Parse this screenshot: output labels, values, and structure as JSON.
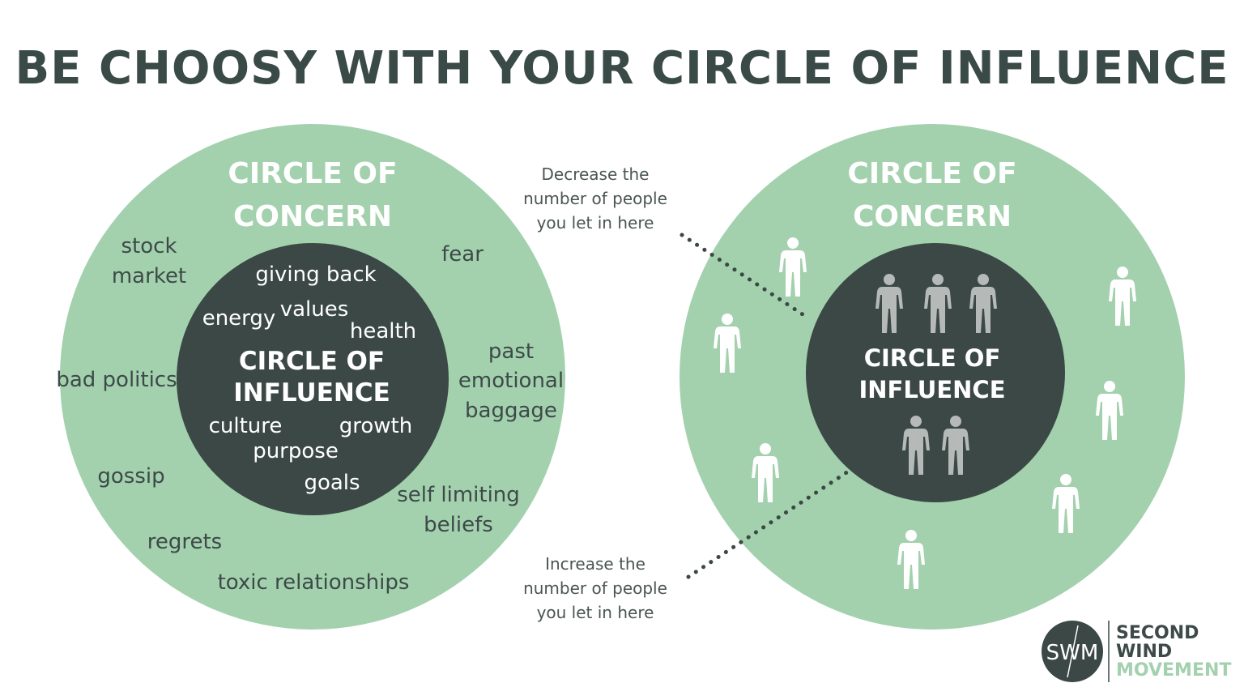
{
  "title": "BE CHOOSY WITH YOUR CIRCLE OF INFLUENCE",
  "colors": {
    "concern": "#a3d1ae",
    "influence": "#3b4845",
    "title": "#3a4a47",
    "person_outer": "#ffffff",
    "person_inner": "#b5b9b7"
  },
  "left": {
    "concern_line1": "CIRCLE OF",
    "concern_line2": "CONCERN",
    "influence_line1": "CIRCLE OF",
    "influence_line2": "INFLUENCE",
    "outer_words": [
      "stock",
      "market",
      "fear",
      "bad politics",
      "past",
      "emotional",
      "baggage",
      "gossip",
      "self limiting",
      "beliefs",
      "regrets",
      "toxic relationships"
    ],
    "inner_words": [
      "giving back",
      "energy",
      "values",
      "health",
      "culture",
      "growth",
      "purpose",
      "goals"
    ]
  },
  "right": {
    "concern_line1": "CIRCLE OF",
    "concern_line2": "CONCERN",
    "influence_line1": "CIRCLE OF",
    "influence_line2": "INFLUENCE",
    "people_icon": "person-icon"
  },
  "notes": {
    "decrease": [
      "Decrease the",
      "number of people",
      "you let in here"
    ],
    "increase": [
      "Increase the",
      "number of people",
      "you let in here"
    ]
  },
  "logo": {
    "initials": "SWM",
    "line1": "SECOND",
    "line2": "WIND",
    "line3": "MOVEMENT"
  }
}
